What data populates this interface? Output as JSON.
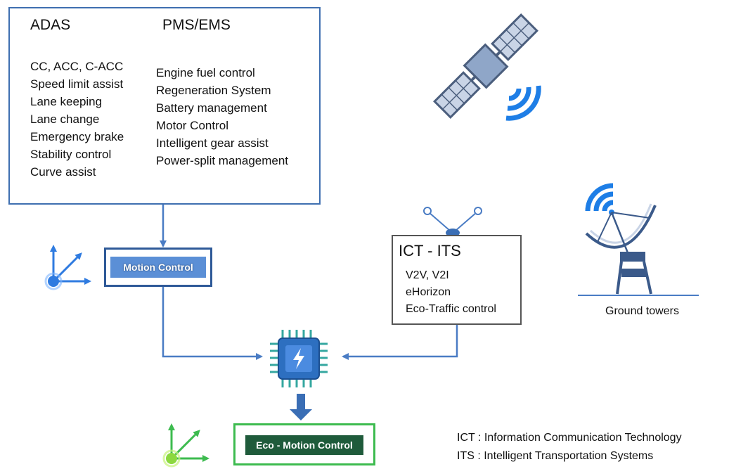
{
  "diagram": {
    "adas": {
      "heading": "ADAS",
      "items": [
        "CC, ACC, C-ACC",
        "Speed limit assist",
        "Lane keeping",
        "Lane change",
        "Emergency brake",
        "Stability control",
        "Curve assist"
      ]
    },
    "pms": {
      "heading": "PMS/EMS",
      "items": [
        "Engine fuel control",
        "Regeneration System",
        "Battery management",
        "Motor Control",
        "Intelligent gear assist",
        "Power-split management"
      ]
    },
    "motion_control": {
      "label": "Motion Control"
    },
    "ict_its": {
      "title": "ICT - ITS",
      "items": [
        "V2V, V2I",
        "eHorizon",
        "Eco-Traffic control"
      ]
    },
    "eco_motion_control": {
      "label": "Eco - Motion Control"
    },
    "ground_towers": {
      "label": "Ground towers"
    },
    "legend": [
      "ICT : Information Communication Technology",
      "ITS : Intelligent Transportation Systems"
    ],
    "icons": {
      "satellite": "satellite-icon",
      "ground_tower": "satellite-dish-icon",
      "tv_antenna": "antenna-icon",
      "processor": "processor-chip-icon",
      "axes_blue": "axes-icon",
      "axes_green": "axes-icon"
    },
    "colors": {
      "arrow_blue": "#4a7cc4",
      "box_border_blue": "#3f6fb0",
      "motion_fill": "#5b8fd6",
      "eco_border": "#3dbb4f",
      "eco_fill": "#1f5b3b",
      "signal_blue": "#1e7ee6"
    }
  }
}
